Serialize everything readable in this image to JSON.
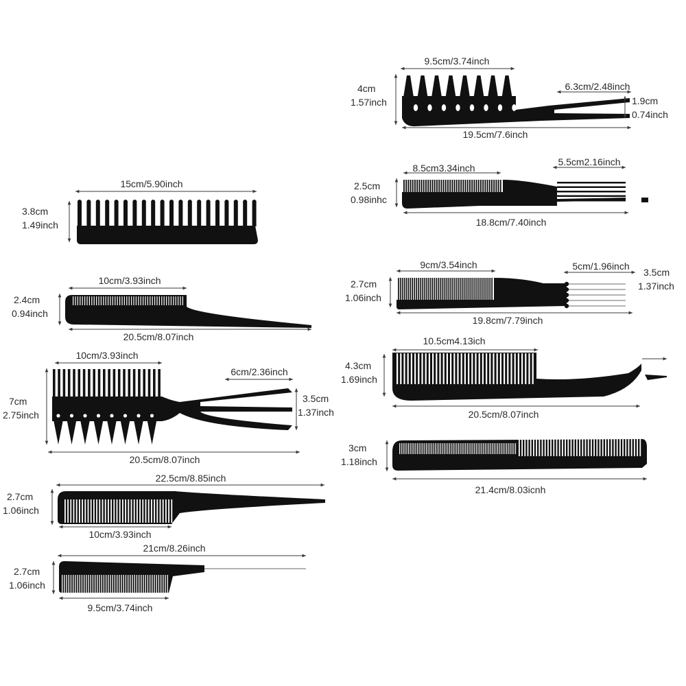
{
  "combs": [
    {
      "id": "wide-tooth",
      "width": "15cm/5.90inch",
      "height": "3.8cm",
      "height_inch": "1.49inch"
    },
    {
      "id": "rat-tail-short",
      "width_top": "10cm/3.93inch",
      "width_bottom": "20.5cm/8.07inch",
      "height": "2.4cm",
      "height_inch": "0.94inch"
    },
    {
      "id": "double-tooth-fork",
      "width_top": "10cm/3.93inch",
      "fork": "6cm/2.36inch",
      "fork_h": "3.5cm",
      "fork_h_inch": "1.37inch",
      "width_bottom": "20.5cm/8.07inch",
      "height": "7cm",
      "height_inch": "2.75inch"
    },
    {
      "id": "rat-tail-long",
      "width_top": "22.5cm/8.85inch",
      "width_bottom": "10cm/3.93inch",
      "height": "2.7cm",
      "height_inch": "1.06inch"
    },
    {
      "id": "pin-tail",
      "width_top": "21cm/8.26inch",
      "width_bottom": "9.5cm/3.74inch",
      "height": "2.7cm",
      "height_inch": "1.06inch"
    },
    {
      "id": "teaser",
      "width_top": "9.5cm/3.74inch",
      "pick": "6.3cm/2.48inch",
      "pick_h": "1.9cm",
      "pick_h_inch": "0.74inch",
      "width_bottom": "19.5cm/7.6inch",
      "height": "4cm",
      "height_inch": "1.57inch"
    },
    {
      "id": "fork-lift",
      "width_top": "8.5cm3.34inch",
      "fork": "5.5cm2.16inch",
      "width_bottom": "18.8cm/7.40inch",
      "height": "2.5cm",
      "height_inch": "0.98inhc"
    },
    {
      "id": "pin-lift",
      "width_top": "9cm/3.54inch",
      "pins": "5cm/1.96inch",
      "pins_h": "3.5cm",
      "pins_h_inch": "1.37inch",
      "width_bottom": "19.8cm/7.79inch",
      "height": "2.7cm",
      "height_inch": "1.06inch"
    },
    {
      "id": "handle",
      "width_top": "10.5cm4.13ich",
      "width_bottom": "20.5cm/8.07inch",
      "height": "4.3cm",
      "height_inch": "1.69inch"
    },
    {
      "id": "cutting",
      "width_bottom": "21.4cm/8.03icnh",
      "height": "3cm",
      "height_inch": "1.18inch"
    }
  ],
  "colors": {
    "comb": "#111111",
    "line": "#3a3a3a",
    "text": "#2a2a2a"
  }
}
